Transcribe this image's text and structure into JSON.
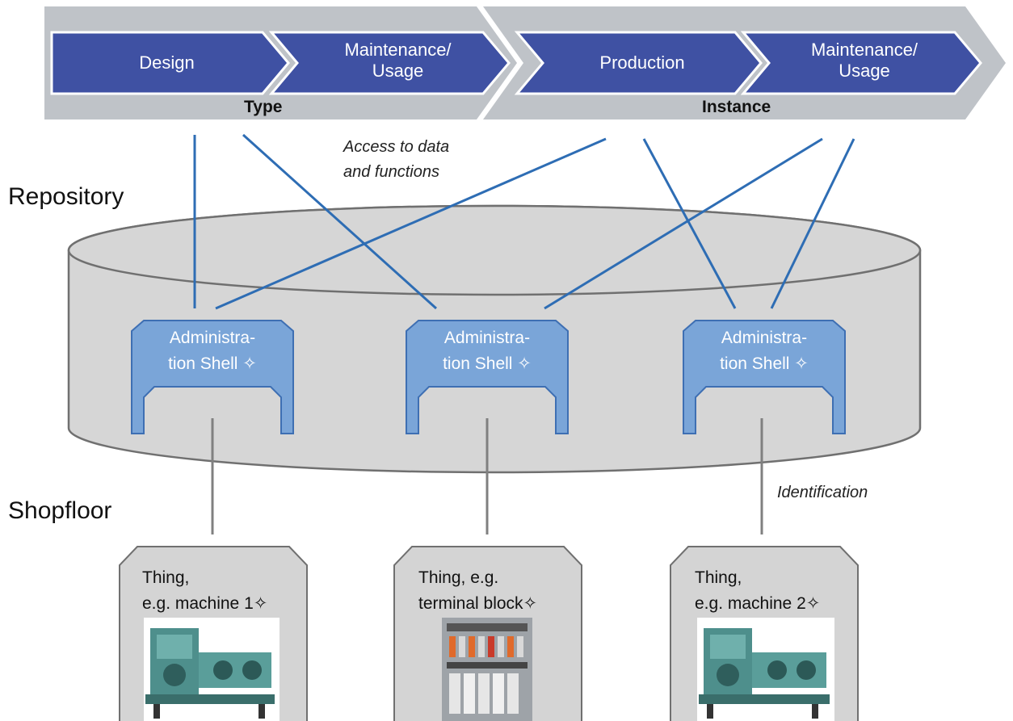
{
  "lifecycle": {
    "type_label": "Type",
    "instance_label": "Instance",
    "phases": [
      {
        "line1": "Design",
        "line2": ""
      },
      {
        "line1": "Maintenance/",
        "line2": "Usage"
      },
      {
        "line1": "Production",
        "line2": ""
      },
      {
        "line1": "Maintenance/",
        "line2": "Usage"
      }
    ]
  },
  "annotations": {
    "access_line1": "Access to data",
    "access_line2": "and functions",
    "identification": "Identification"
  },
  "sections": {
    "repository": "Repository",
    "shopfloor": "Shopfloor"
  },
  "shells": [
    {
      "line1": "Administra-",
      "line2": "tion Shell ✧"
    },
    {
      "line1": "Administra-",
      "line2": "tion Shell ✧"
    },
    {
      "line1": "Administra-",
      "line2": "tion Shell ✧"
    }
  ],
  "things": [
    {
      "line1": "Thing,",
      "line2": "e.g. machine 1✧",
      "image": "machine-photo"
    },
    {
      "line1": "Thing, e.g.",
      "line2": "terminal block✧",
      "image": "terminal-block-photo"
    },
    {
      "line1": "Thing,",
      "line2": "e.g. machine 2✧",
      "image": "machine-photo"
    }
  ],
  "colors": {
    "chevron_fill": "#3F51A3",
    "band_fill": "#BFC3C8",
    "shell_fill": "#7AA5D8",
    "shell_stroke": "#3E6FB3",
    "connector_blue": "#2E6DB4",
    "connector_gray": "#808080",
    "cylinder_fill": "#D6D6D6",
    "thing_fill": "#D4D4D4"
  }
}
